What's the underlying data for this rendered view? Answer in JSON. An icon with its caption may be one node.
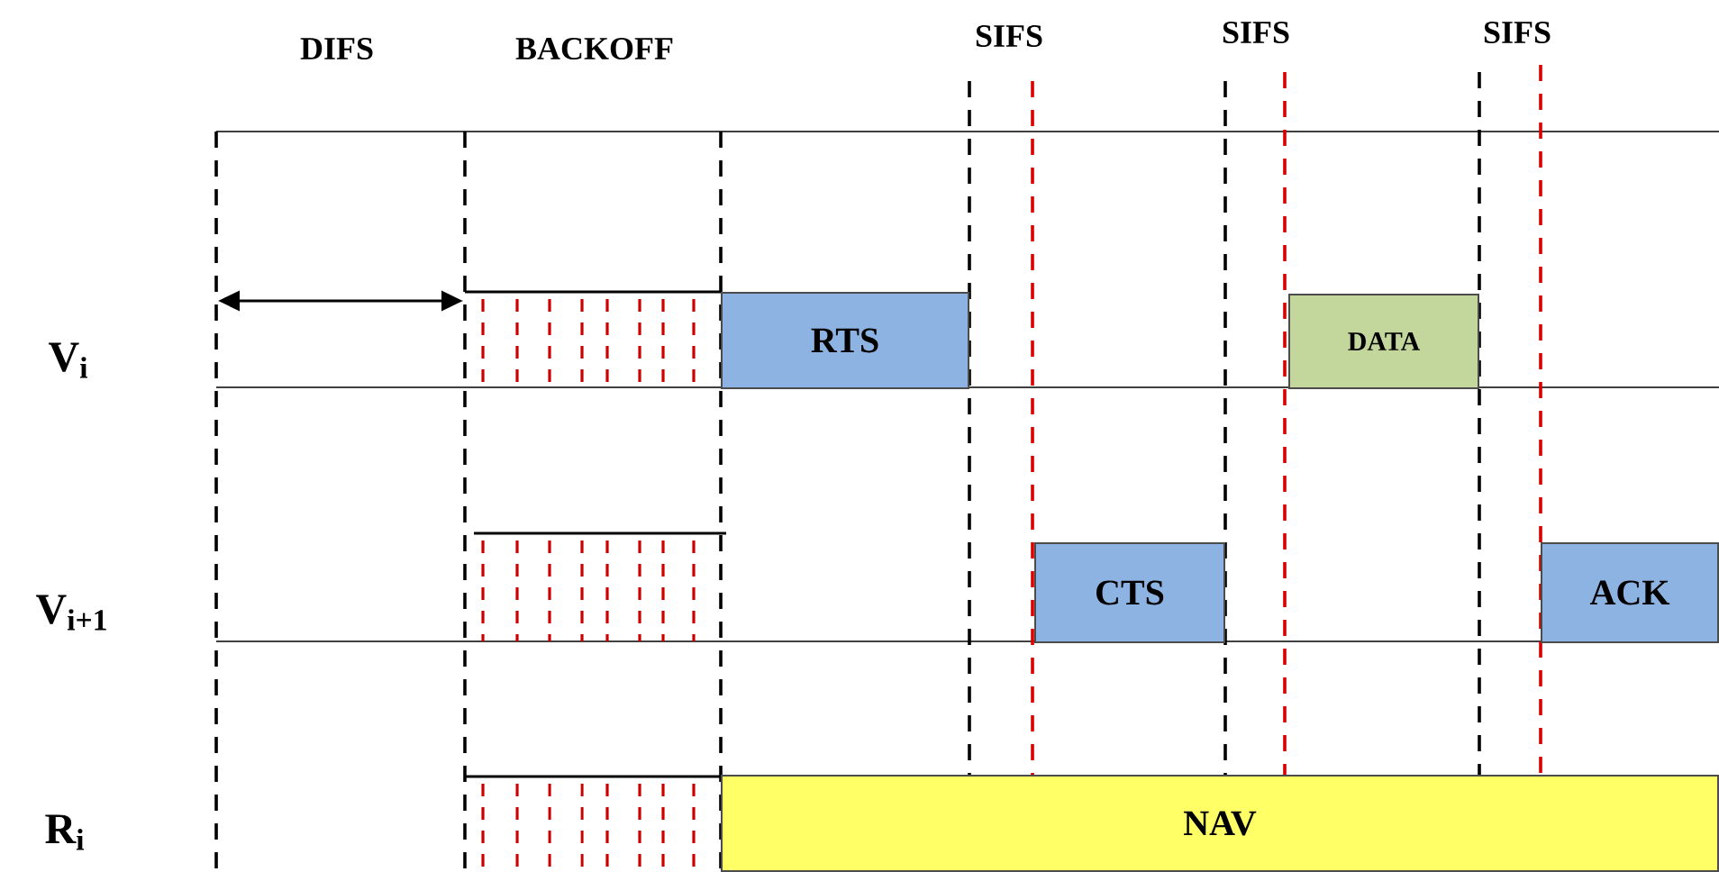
{
  "diagram": {
    "nodes": [
      {
        "text": [
          "RTS"
        ]
      },
      {
        "text": [
          "DATA"
        ]
      },
      {
        "text": [
          "CTS"
        ]
      },
      {
        "text": [
          "ACK"
        ]
      },
      {
        "text": [
          "NAV"
        ]
      }
    ],
    "labels": [
      "DIFS",
      "BACKOFF",
      "SIFS",
      "SIFS",
      "SIFS",
      "V$_{i}$",
      "V$_{i+1}$",
      "R$_{i}$"
    ]
  }
}
